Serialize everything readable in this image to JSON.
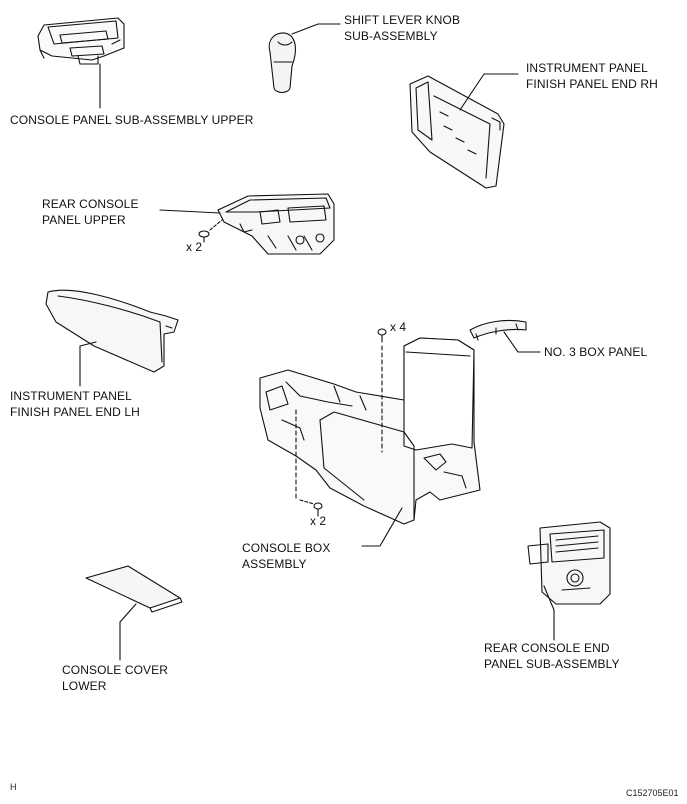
{
  "labels": {
    "console_panel_upper": "CONSOLE PANEL SUB-ASSEMBLY UPPER",
    "shift_knob": "SHIFT LEVER KNOB\nSUB-ASSEMBLY",
    "ip_finish_rh": "INSTRUMENT PANEL\nFINISH PANEL END RH",
    "rear_console_upper": "REAR CONSOLE\nPANEL UPPER",
    "ip_finish_lh": "INSTRUMENT PANEL\nFINISH PANEL END LH",
    "no3_box_panel": "NO. 3 BOX PANEL",
    "console_box": "CONSOLE BOX\nASSEMBLY",
    "console_cover_lower": "CONSOLE COVER\nLOWER",
    "rear_console_end": "REAR CONSOLE END\nPANEL SUB-ASSEMBLY"
  },
  "quantities": {
    "rear_console_screws": "x 2",
    "console_box_top_screws": "x 4",
    "console_box_bottom_screws": "x 2"
  },
  "corner": {
    "left": "H",
    "right": "C152705E01"
  }
}
